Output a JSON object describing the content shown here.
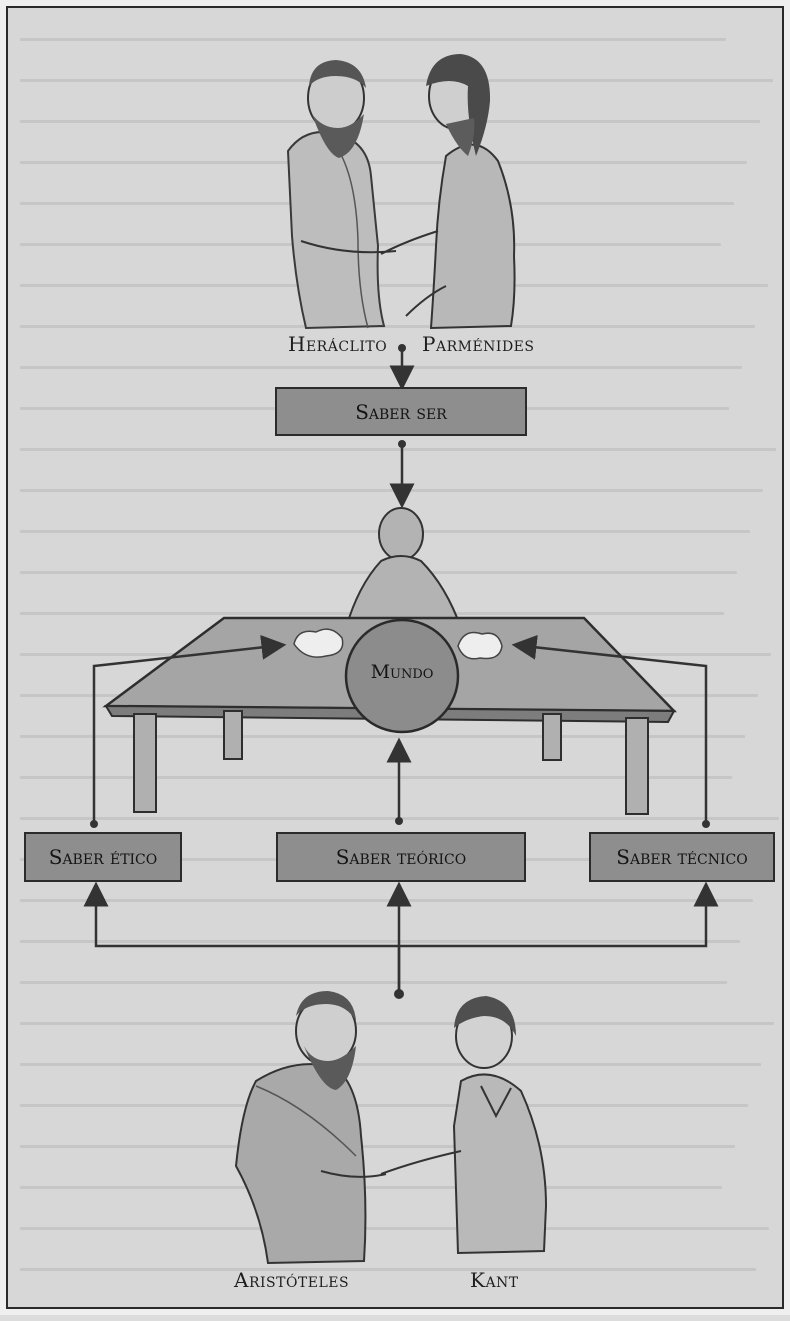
{
  "top_figures": {
    "left_name": "Heráclito",
    "right_name": "Parménides"
  },
  "boxes": {
    "saber_ser": "Saber ser",
    "saber_etico": "Saber ético",
    "saber_teorico": "Saber teórico",
    "saber_tecnico": "Saber técnico"
  },
  "center": {
    "globe_label": "Mundo"
  },
  "bottom_figures": {
    "left_name": "Aristóteles",
    "right_name": "Kant"
  }
}
